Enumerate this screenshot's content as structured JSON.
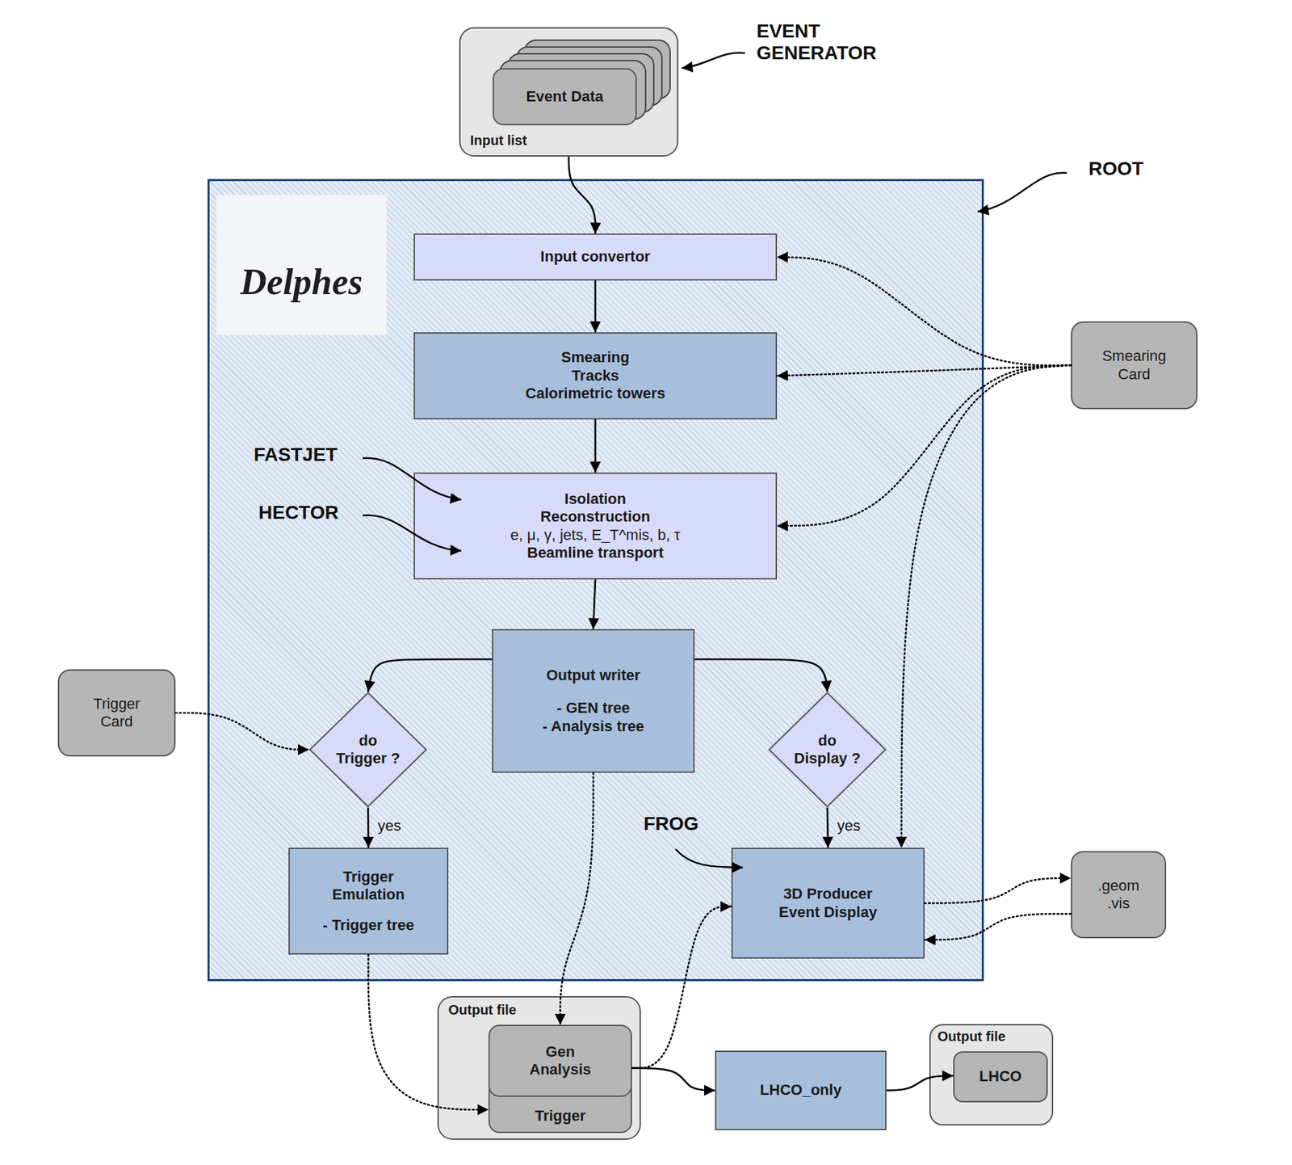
{
  "diagram": {
    "nodes": [
      {
        "text": [
          "Input list"
        ]
      },
      {
        "text": [
          "Event Data"
        ],
        "in": 0
      },
      {
        "text": [
          "Delphes"
        ]
      },
      {
        "text": [
          "Input convertor"
        ],
        "in": 2
      },
      {
        "text": [
          "Smearing",
          "Tracks",
          "Calorimetric towers"
        ],
        "in": 2
      },
      {
        "text": [
          "Isolation",
          "Reconstruction",
          "e, μ, γ, jets, E_T^mis, b, τ",
          "Beamline transport"
        ],
        "in": 2
      },
      {
        "text": [
          "Output writer",
          "- GEN tree",
          "- Analysis tree"
        ],
        "in": 2
      },
      {
        "text": [
          "do Trigger ?"
        ],
        "in": 2
      },
      {
        "text": [
          "do Display ?"
        ],
        "in": 2
      },
      {
        "text": [
          "Trigger Emulation",
          "- Trigger tree"
        ],
        "in": 2
      },
      {
        "text": [
          "3D Producer Event Display"
        ],
        "in": 2
      },
      {
        "text": [
          "Smearing Card"
        ]
      },
      {
        "text": [
          "Trigger Card"
        ]
      },
      {
        "text": [
          ".geom .vis"
        ]
      },
      {
        "text": [
          "Output file"
        ]
      },
      {
        "text": [
          "Gen Analysis"
        ],
        "in": 14
      },
      {
        "text": [
          "Trigger"
        ],
        "in": 14
      },
      {
        "text": [
          "LHCO_only"
        ]
      },
      {
        "text": [
          "Output file"
        ]
      },
      {
        "text": [
          "LHCO"
        ],
        "in": 18
      }
    ],
    "edges": [
      {
        "from": 0,
        "to": 3,
        "arrow": "to"
      },
      {
        "from": 3,
        "to": 4,
        "arrow": "to"
      },
      {
        "from": 4,
        "to": 5,
        "arrow": "to"
      },
      {
        "from": 5,
        "to": 6,
        "arrow": "to"
      },
      {
        "from": 6,
        "to": 7,
        "arrow": "to"
      },
      {
        "from": 6,
        "to": 8,
        "arrow": "to"
      },
      {
        "from": 11,
        "to": 3,
        "arrow": "to"
      },
      {
        "from": 11,
        "to": 4,
        "arrow": "to"
      },
      {
        "from": 11,
        "to": 5,
        "arrow": "to"
      },
      {
        "from": 11,
        "to": 10,
        "arrow": "to"
      },
      {
        "from": 12,
        "to": 7,
        "arrow": "to"
      },
      {
        "from": 7,
        "to": 9,
        "label": "yes",
        "arrow": "to"
      },
      {
        "from": 8,
        "to": 10,
        "label": "yes",
        "arrow": "to"
      },
      {
        "from": 6,
        "to": 15,
        "arrow": "to"
      },
      {
        "from": 9,
        "to": 16,
        "arrow": "to"
      },
      {
        "from": 15,
        "to": 10,
        "arrow": "to"
      },
      {
        "from": 10,
        "to": 13,
        "arrow": "to"
      },
      {
        "from": 13,
        "to": 10,
        "arrow": "to"
      },
      {
        "from": 15,
        "to": 17,
        "arrow": "to"
      },
      {
        "from": 17,
        "to": 19,
        "arrow": "to"
      }
    ],
    "labels": [
      "EVENT GENERATOR",
      "ROOT",
      "FASTJET",
      "HECTOR",
      "FROG"
    ]
  }
}
